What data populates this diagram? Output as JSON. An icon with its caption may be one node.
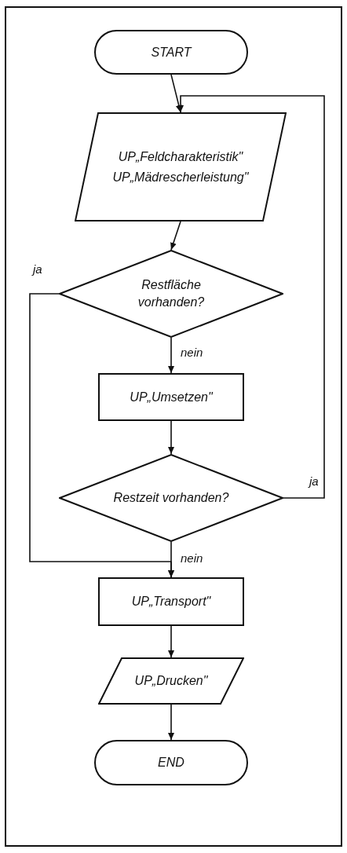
{
  "diagram": {
    "nodes": [
      {
        "text": [
          "START"
        ]
      },
      {
        "text": [
          "UP„Feldcharakteristik\"",
          "UP„Mädrescherleistung\""
        ]
      },
      {
        "text": [
          "Restfläche vorhanden?"
        ]
      },
      {
        "text": [
          "UP„Umsetzen\""
        ]
      },
      {
        "text": [
          "Restzeit vorhanden?"
        ]
      },
      {
        "text": [
          "UP„Transport\""
        ]
      },
      {
        "text": [
          "UP„Drucken\""
        ]
      },
      {
        "text": [
          "END"
        ]
      }
    ],
    "edges": [
      {
        "from": 0,
        "to": 1,
        "arrow": "to"
      },
      {
        "from": 1,
        "to": 2,
        "arrow": "to"
      },
      {
        "from": 2,
        "to": 3,
        "arrow": "to",
        "label": "nein"
      },
      {
        "from": 3,
        "to": 4,
        "arrow": "to"
      },
      {
        "from": 4,
        "to": 5,
        "arrow": "to",
        "label": "nein"
      },
      {
        "from": 2,
        "to": 5,
        "arrow": "to",
        "label": "ja"
      },
      {
        "from": 4,
        "to": 1,
        "arrow": "to",
        "label": "ja"
      },
      {
        "from": 5,
        "to": 6,
        "arrow": "to"
      },
      {
        "from": 6,
        "to": 7,
        "arrow": "to"
      }
    ]
  }
}
